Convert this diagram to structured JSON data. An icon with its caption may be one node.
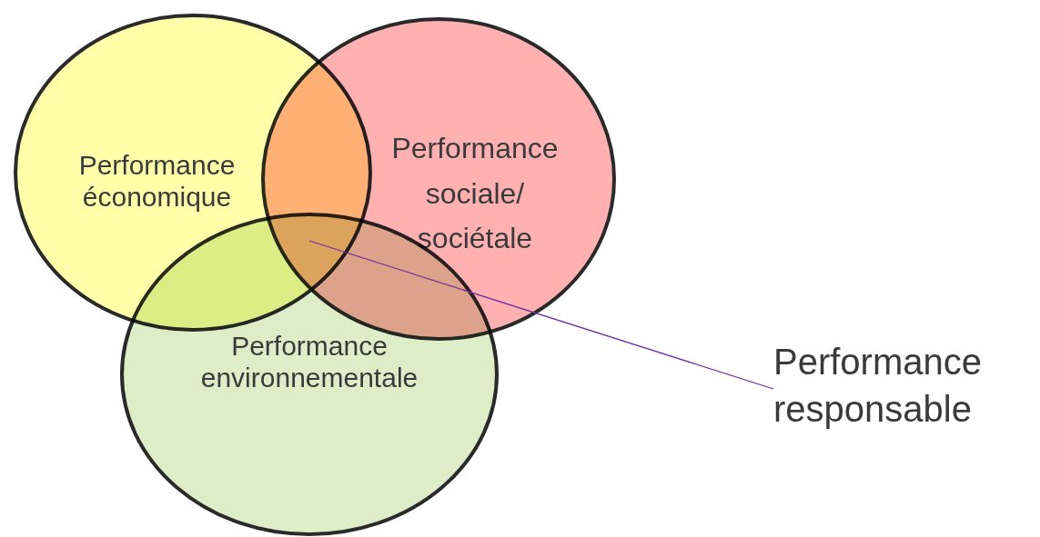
{
  "diagram": {
    "nodes": [
      {
        "text": [
          "Performance économique"
        ]
      },
      {
        "text": [
          "Performance sociale/ sociétale"
        ]
      },
      {
        "text": [
          "Performance environnementale"
        ]
      },
      {
        "text": [
          "Performance responsable"
        ]
      }
    ],
    "edges": [
      {
        "from": 3,
        "to": 0,
        "arrow": "none",
        "color": "#7030a0"
      }
    ]
  }
}
